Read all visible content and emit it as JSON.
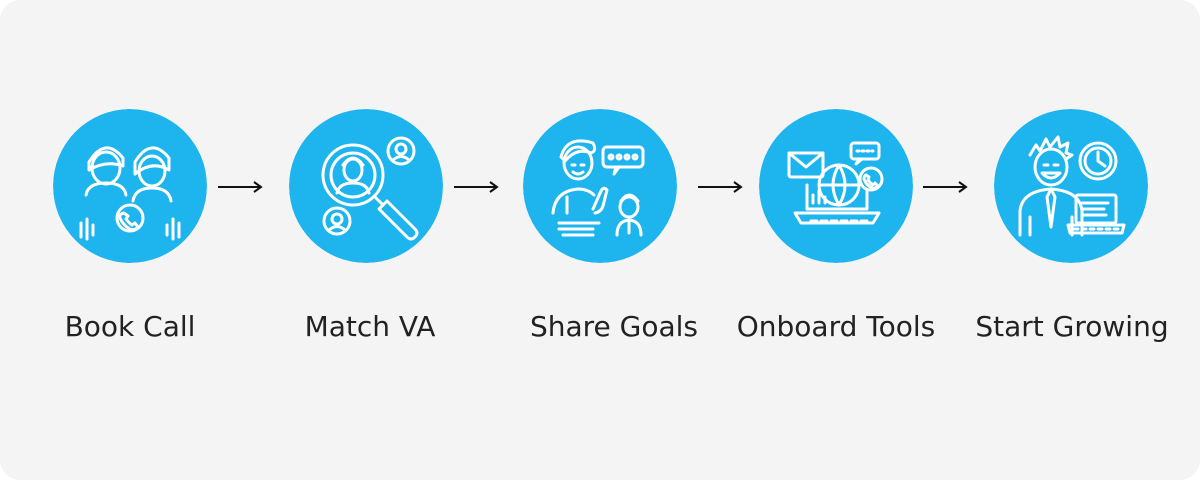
{
  "colors": {
    "background": "#f4f4f4",
    "circle_fill": "#1eb4ee",
    "icon_stroke": "#ffffff",
    "label_text": "#222222",
    "arrow": "#111111"
  },
  "steps": [
    {
      "label": "Book Call",
      "icon": "people-phone-icon"
    },
    {
      "label": "Match VA",
      "icon": "magnifier-people-icon"
    },
    {
      "label": "Share Goals",
      "icon": "people-chat-icon"
    },
    {
      "label": "Onboard Tools",
      "icon": "laptop-globe-icon"
    },
    {
      "label": "Start Growing",
      "icon": "person-laptop-clock-icon"
    }
  ]
}
